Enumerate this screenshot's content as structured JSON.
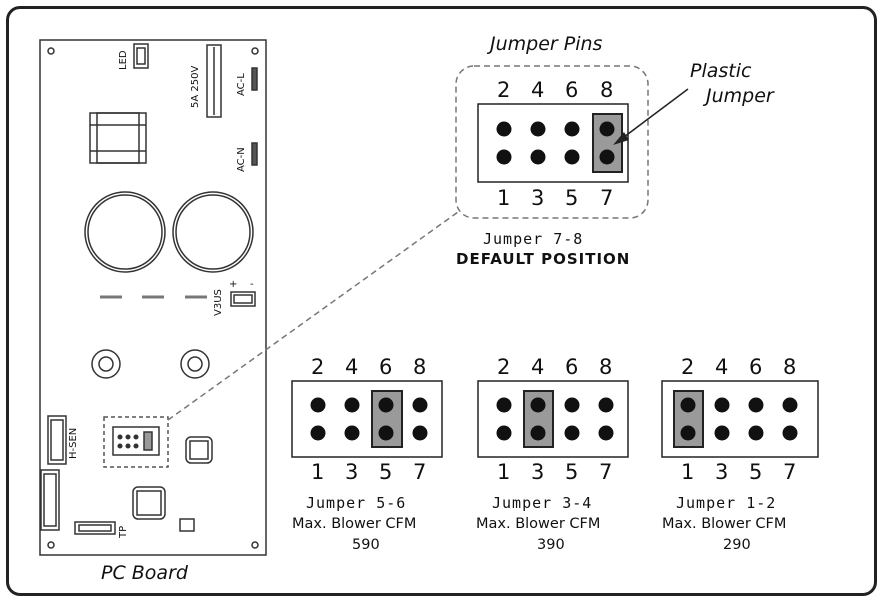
{
  "board": {
    "caption": "PC Board",
    "labels": {
      "led": "LED",
      "fuse_rating": "5A 250V",
      "ac_l": "AC-L",
      "ac_n": "AC-N",
      "v3us": "V3US",
      "plus": "+",
      "minus": "-",
      "h_sen": "H-SEN",
      "tp": "TP"
    }
  },
  "detail": {
    "title": "Jumper Pins",
    "callout": [
      "Plastic",
      "Jumper"
    ],
    "top_numbers": [
      "2",
      "4",
      "6",
      "8"
    ],
    "bottom_numbers": [
      "1",
      "3",
      "5",
      "7"
    ],
    "jumper_label": "Jumper 7-8",
    "default_label": "DEFAULT POSITION"
  },
  "options": [
    {
      "jumper": "Jumper 5-6",
      "cfm_label": "Max. Blower CFM",
      "cfm": "590",
      "top": [
        "2",
        "4",
        "6",
        "8"
      ],
      "bottom": [
        "1",
        "3",
        "5",
        "7"
      ]
    },
    {
      "jumper": "Jumper 3-4",
      "cfm_label": "Max. Blower CFM",
      "cfm": "390",
      "top": [
        "2",
        "4",
        "6",
        "8"
      ],
      "bottom": [
        "1",
        "3",
        "5",
        "7"
      ]
    },
    {
      "jumper": "Jumper 1-2",
      "cfm_label": "Max. Blower CFM",
      "cfm": "290",
      "top": [
        "2",
        "4",
        "6",
        "8"
      ],
      "bottom": [
        "1",
        "3",
        "5",
        "7"
      ]
    }
  ],
  "colors": {
    "jumper_fill": "#9a9a9a",
    "line": "#222222",
    "dash": "#777777"
  }
}
